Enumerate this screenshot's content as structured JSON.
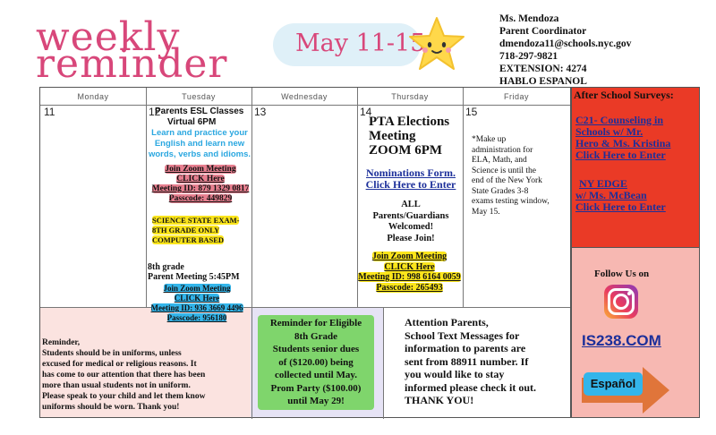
{
  "header": {
    "title_line1": "weekly",
    "title_line2": "reminder",
    "date_range": "May 11-15",
    "contact": [
      "Ms. Mendoza",
      "Parent Coordinator",
      "dmendoza11@schools.nyc.gov",
      "718-297-9821",
      "EXTENSION: 4274",
      "HABLO ESPANOL"
    ]
  },
  "days": [
    "Monday",
    "Tuesday",
    "Wednesday",
    "Thursday",
    "Friday"
  ],
  "day_numbers": [
    "11",
    "12",
    "13",
    "14",
    "15"
  ],
  "tuesday": {
    "esl_title": "Parents ESL Classes",
    "esl_time": "Virtual 6PM",
    "esl_desc": [
      "Learn and practice your",
      "English and learn new",
      "words, verbs and idioms."
    ],
    "zoom1": [
      "Join Zoom Meeting",
      "CLICK Here",
      "Meeting ID: 879 1329 0817",
      "Passcode: 449829"
    ],
    "science": [
      "SCIENCE STATE EXAM-",
      "8TH GRADE ONLY",
      "COMPUTER BASED"
    ],
    "grade8": [
      "8th grade",
      "Parent Meeting 5:45PM"
    ],
    "zoom2": [
      "Join Zoom Meeting",
      "CLICK Here",
      "Meeting ID: 936 3669 4496",
      "Passcode: 956180"
    ]
  },
  "thursday": {
    "pta": [
      "PTA Elections",
      "Meeting",
      "ZOOM 6PM"
    ],
    "nominations": [
      "Nominations Form.",
      "Click Here to Enter"
    ],
    "welcome": [
      "ALL",
      "Parents/Guardians",
      "Welcomed!",
      "Please Join!"
    ],
    "zoom": [
      "Join Zoom Meeting",
      "CLICK Here",
      "Meeting ID: 998 6164 0059",
      "Passcode: 265493"
    ]
  },
  "friday": {
    "note": [
      "*Make up",
      "administration for",
      "ELA, Math, and",
      "Science is until the",
      "end of the New York",
      "State Grades 3-8",
      "exams testing window,",
      "May 15."
    ]
  },
  "bottom": {
    "reminder": [
      "Reminder,",
      "Students should be in uniforms, unless",
      "excused for medical or religious reasons. It",
      "has come to our attention that there has been",
      "more than usual students not in uniform.",
      "Please speak to your child and let them know",
      "uniforms should be worn. Thank you!"
    ],
    "dues": [
      "Reminder for Eligible",
      "8th Grade",
      "Students senior dues",
      "of ($120.00) being",
      "collected until May.",
      "Prom Party ($100.00)",
      "until May 29!"
    ],
    "attention": [
      "Attention Parents,",
      "School Text Messages for",
      "information to parents are",
      "sent from 88911 number. If",
      "you would like to stay",
      "informed please check it out.",
      "THANK YOU!"
    ]
  },
  "sidebar": {
    "surveys_title": "After School Surveys:",
    "c21": [
      "C21- Counseling in",
      "Schools w/ Mr.",
      "Hero & Ms. Kristina",
      "Click Here to Enter"
    ],
    "nyedge": [
      "NY EDGE",
      "w/ Ms. McBean",
      "Click Here to Enter"
    ],
    "follow": "Follow Us on",
    "site": "IS238.COM",
    "espanol": "Español"
  },
  "colors": {
    "title_pink": "#d8477a",
    "survey_red": "#ea3a26",
    "follow_pink": "#f7b8b2",
    "link_blue": "#1c2f9a",
    "highlight_yellow": "#fbe51b",
    "highlight_blue": "#33b5ea",
    "highlight_pink": "#e77f8f",
    "highlight_green": "#7fd56c",
    "arrow_orange": "#e0753a"
  },
  "icons": [
    "star-face-icon",
    "instagram-icon",
    "arrow-right-icon"
  ]
}
